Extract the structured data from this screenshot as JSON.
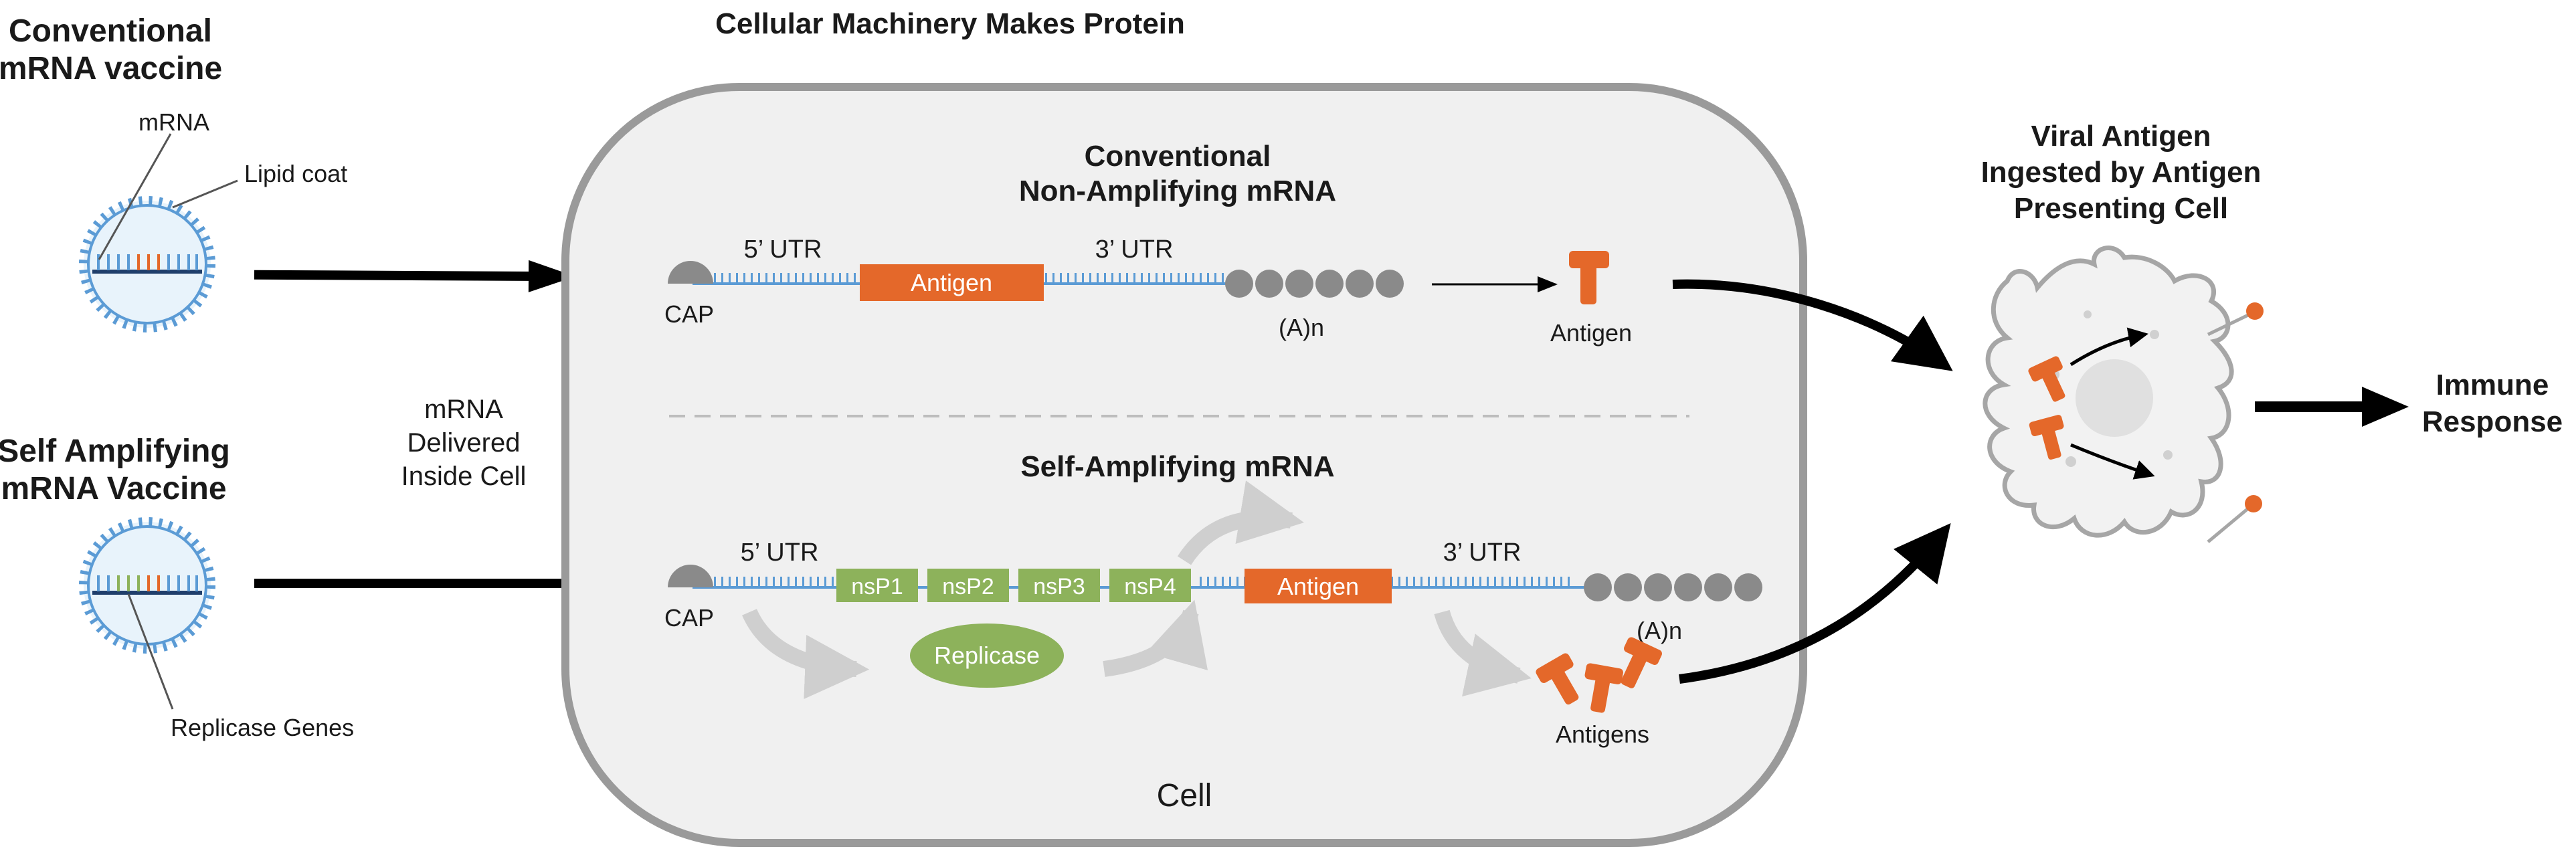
{
  "title": "Cellular Machinery Makes Protein",
  "colors": {
    "orange": "#E4682A",
    "green": "#8DB25B",
    "blue": "#5B9BD5",
    "gray": "#8A8A8A",
    "cell_fill": "#F0F0F0",
    "cell_stroke": "#9A9A9A",
    "arrow": "#000000",
    "process_arrow": "#CFCFCF"
  },
  "left": {
    "conventional_title_line1": "Conventional",
    "conventional_title_line2": "mRNA vaccine",
    "mrna_label": "mRNA",
    "lipid_label": "Lipid coat",
    "self_title_line1": "Self Amplifying",
    "self_title_line2": "mRNA Vaccine",
    "replicase_genes_label": "Replicase Genes"
  },
  "delivery": {
    "line1": "mRNA",
    "line2": "Delivered",
    "line3": "Inside Cell"
  },
  "cell": {
    "label": "Cell",
    "conventional": {
      "title_line1": "Conventional",
      "title_line2": "Non-Amplifying mRNA",
      "cap": "CAP",
      "utr5": "5’ UTR",
      "antigen": "Antigen",
      "utr3": "3’ UTR",
      "polya": "(A)n",
      "product": "Antigen"
    },
    "self_amplifying": {
      "title": "Self-Amplifying mRNA",
      "cap": "CAP",
      "utr5": "5’ UTR",
      "nsp": [
        "nsP1",
        "nsP2",
        "nsP3",
        "nsP4"
      ],
      "antigen": "Antigen",
      "utr3": "3’ UTR",
      "polya": "(A)n",
      "replicase": "Replicase",
      "product": "Antigens"
    }
  },
  "right": {
    "apc_line1": "Viral Antigen",
    "apc_line2": "Ingested by Antigen",
    "apc_line3": "Presenting Cell",
    "response_line1": "Immune",
    "response_line2": "Response"
  }
}
